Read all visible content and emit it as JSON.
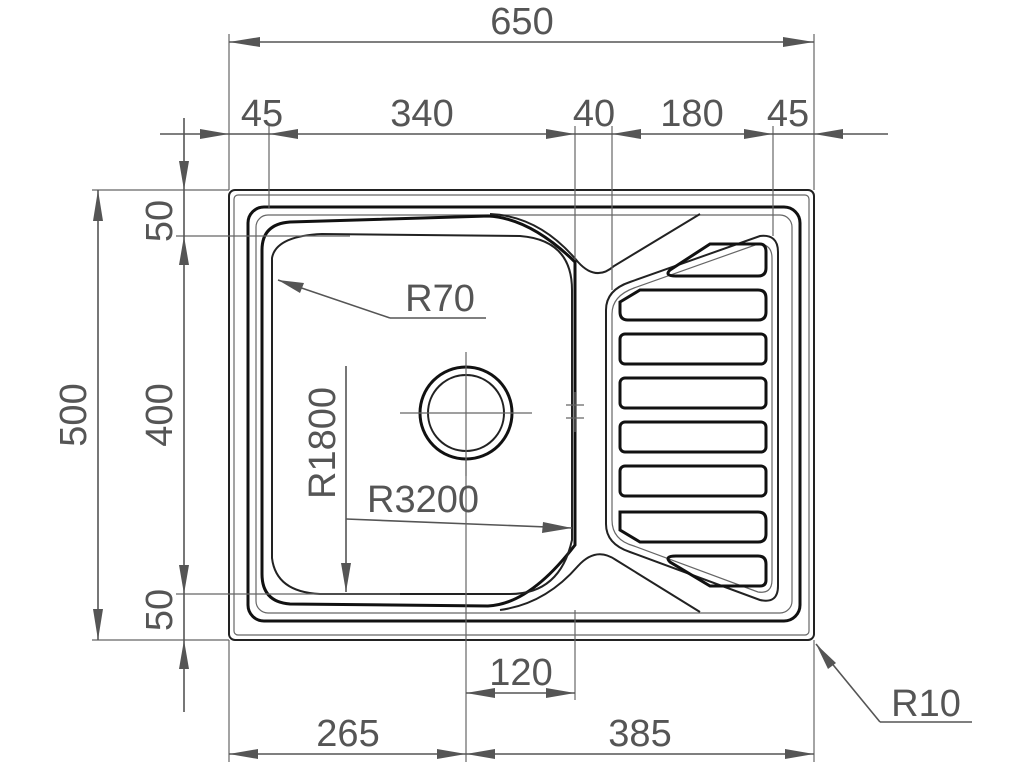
{
  "dimensions": {
    "overall_width": "650",
    "seg_left_margin": "45",
    "seg_bowl": "340",
    "seg_divider": "40",
    "seg_drainer": "180",
    "seg_right_margin": "45",
    "overall_height": "500",
    "bowl_height": "400",
    "top_margin": "50",
    "bottom_margin": "50",
    "radius_bowl_corner": "R70",
    "radius_side": "R1800",
    "radius_bottom": "R3200",
    "drain_offset": "120",
    "bottom_left": "265",
    "bottom_right": "385",
    "corner_radius": "R10"
  },
  "icons": {
    "drain": "drain-outlet-icon",
    "overflow": "overflow-marker-icon"
  }
}
